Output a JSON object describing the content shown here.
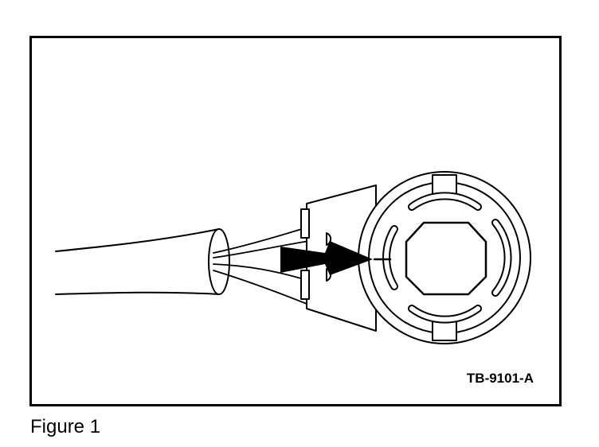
{
  "figure": {
    "code": "TB-9101-A",
    "caption": "Figure 1"
  },
  "icons": {
    "cable": "cable-illustration",
    "connector": "connector-illustration",
    "pointer": "arrow-pointer-icon"
  },
  "colors": {
    "line": "#000000",
    "background": "#ffffff"
  }
}
